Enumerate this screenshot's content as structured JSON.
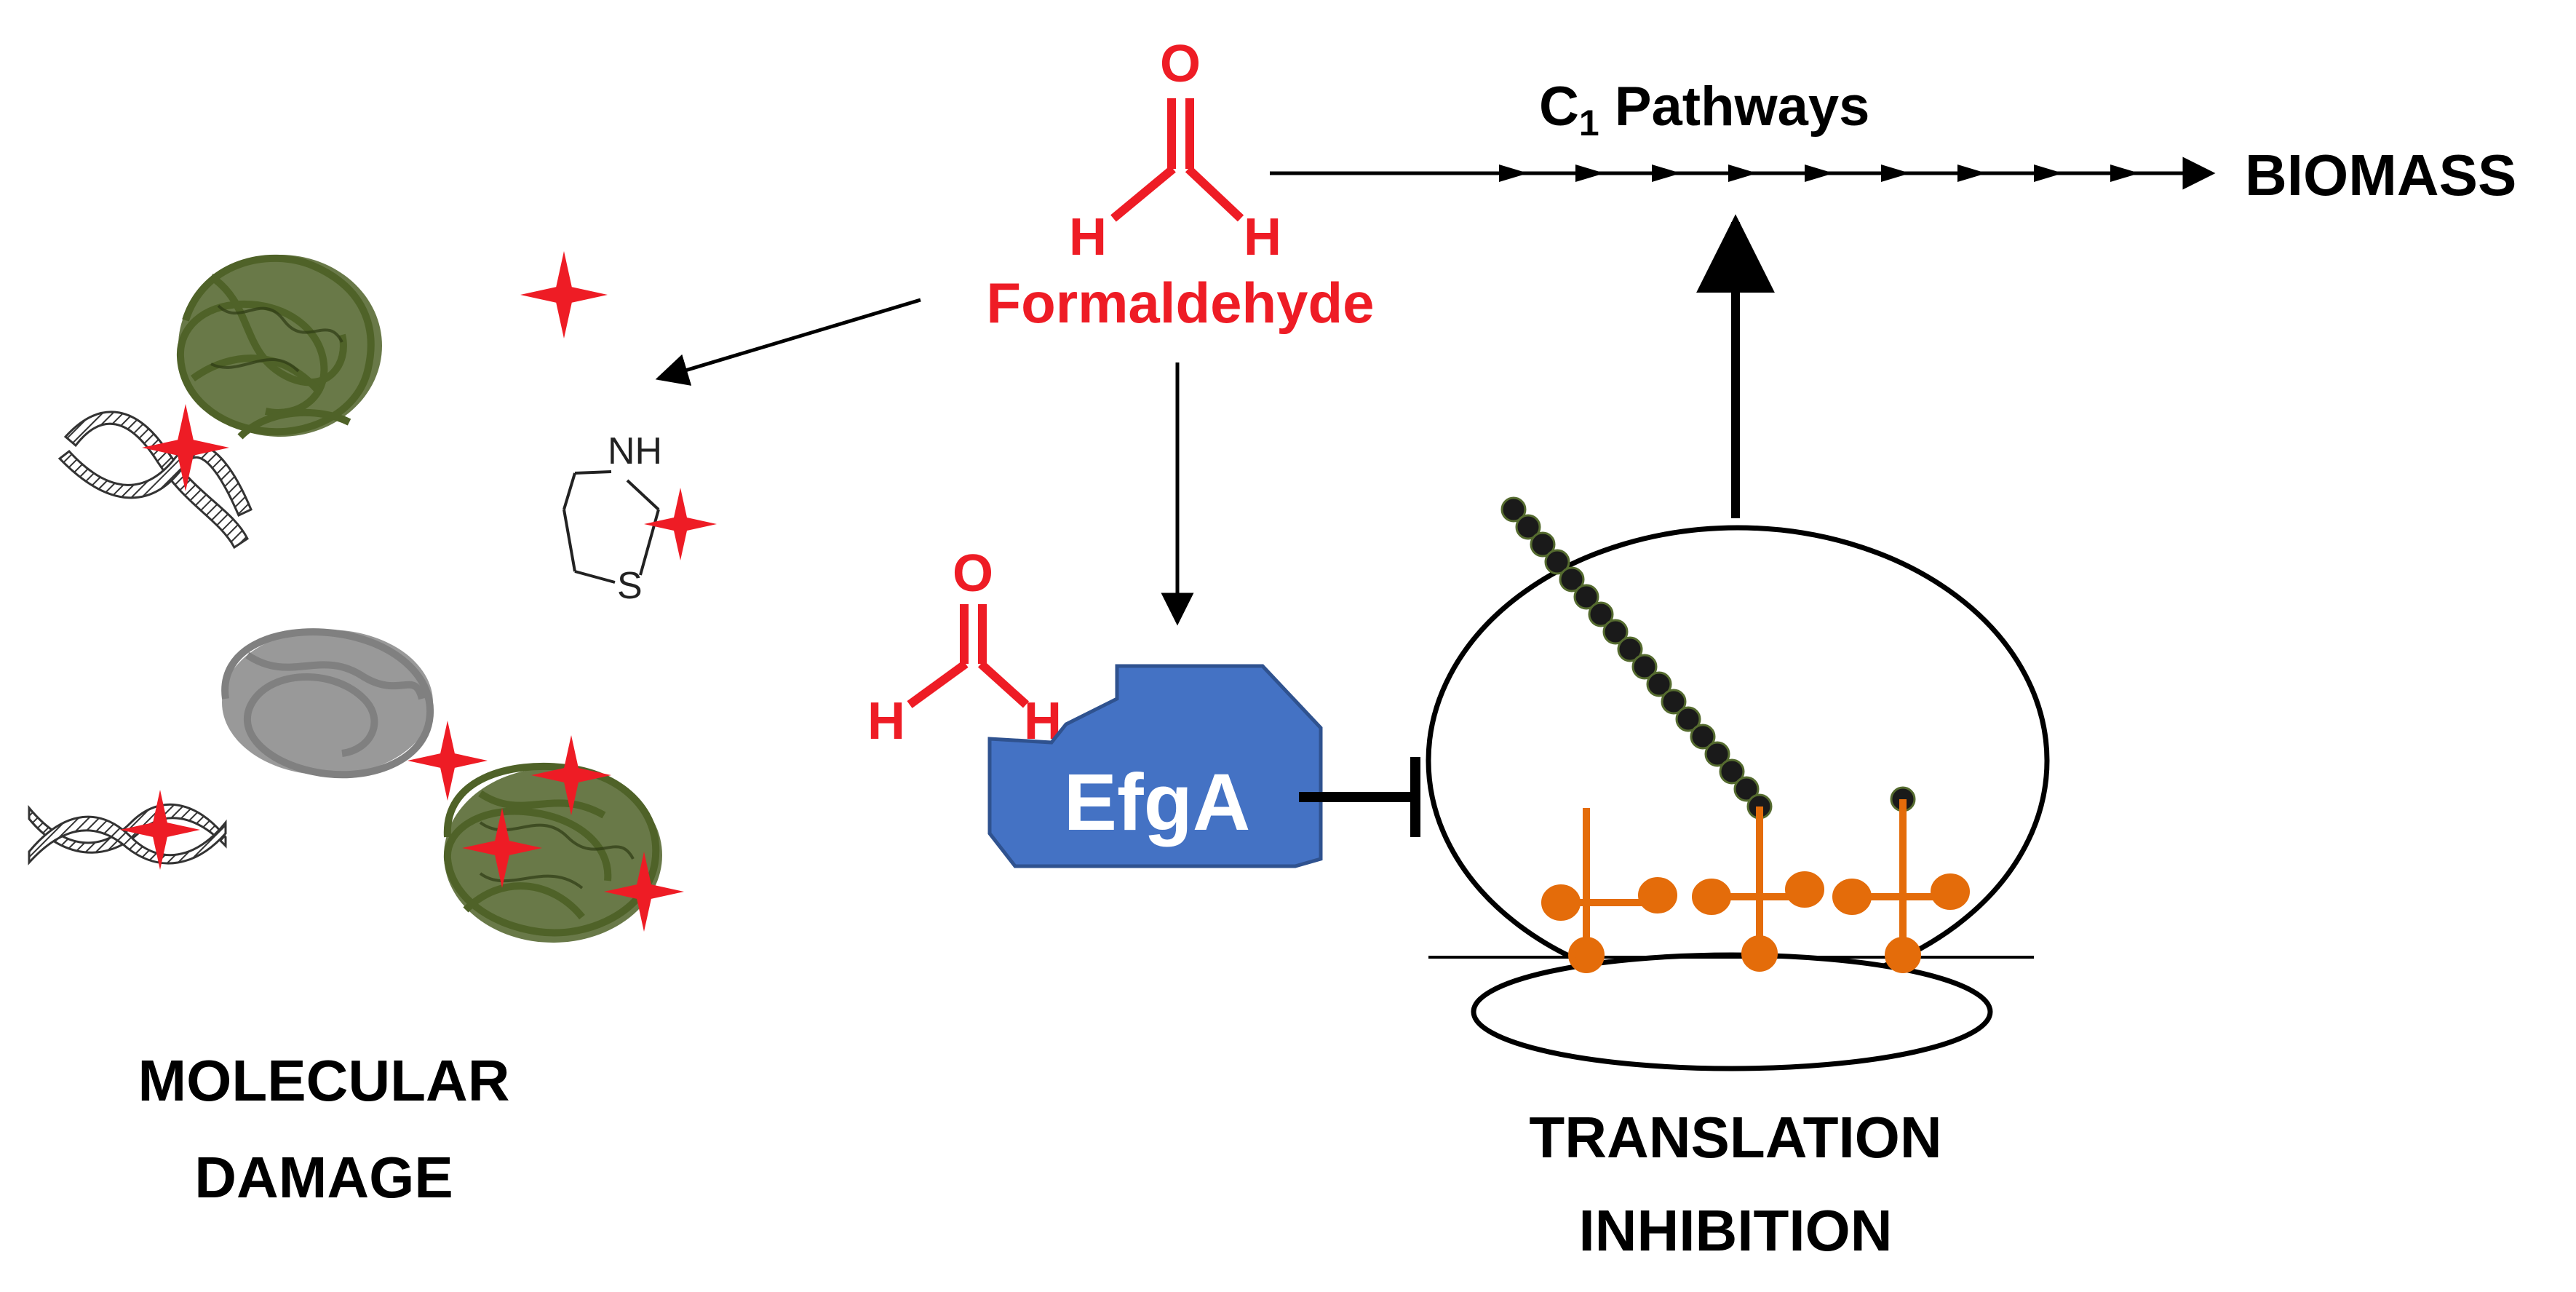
{
  "formaldehyde": {
    "atom_o": "O",
    "atom_h_left": "H",
    "atom_h_right": "H",
    "label": "Formaldehyde",
    "color": "#ee1c25"
  },
  "pathway": {
    "label_c": "C",
    "label_sub": "1",
    "label_rest": " Pathways",
    "product": "BIOMASS"
  },
  "thiazolidine": {
    "nh": "NH",
    "s": "S"
  },
  "efga": {
    "label": "EfgA",
    "color": "#4472c4",
    "bound_o": "O",
    "bound_h_left": "H",
    "bound_h_right": "H"
  },
  "damage": {
    "line1": "MOLECULAR",
    "line2": "DAMAGE"
  },
  "translation": {
    "line1": "TRANSLATION",
    "line2": "INHIBITION"
  },
  "colors": {
    "star": "#ee1c25",
    "protein_damaged": "#4f6228",
    "protein_native": "#808080",
    "trna": "#e46c0a",
    "peptide": "#1a1a1a"
  }
}
